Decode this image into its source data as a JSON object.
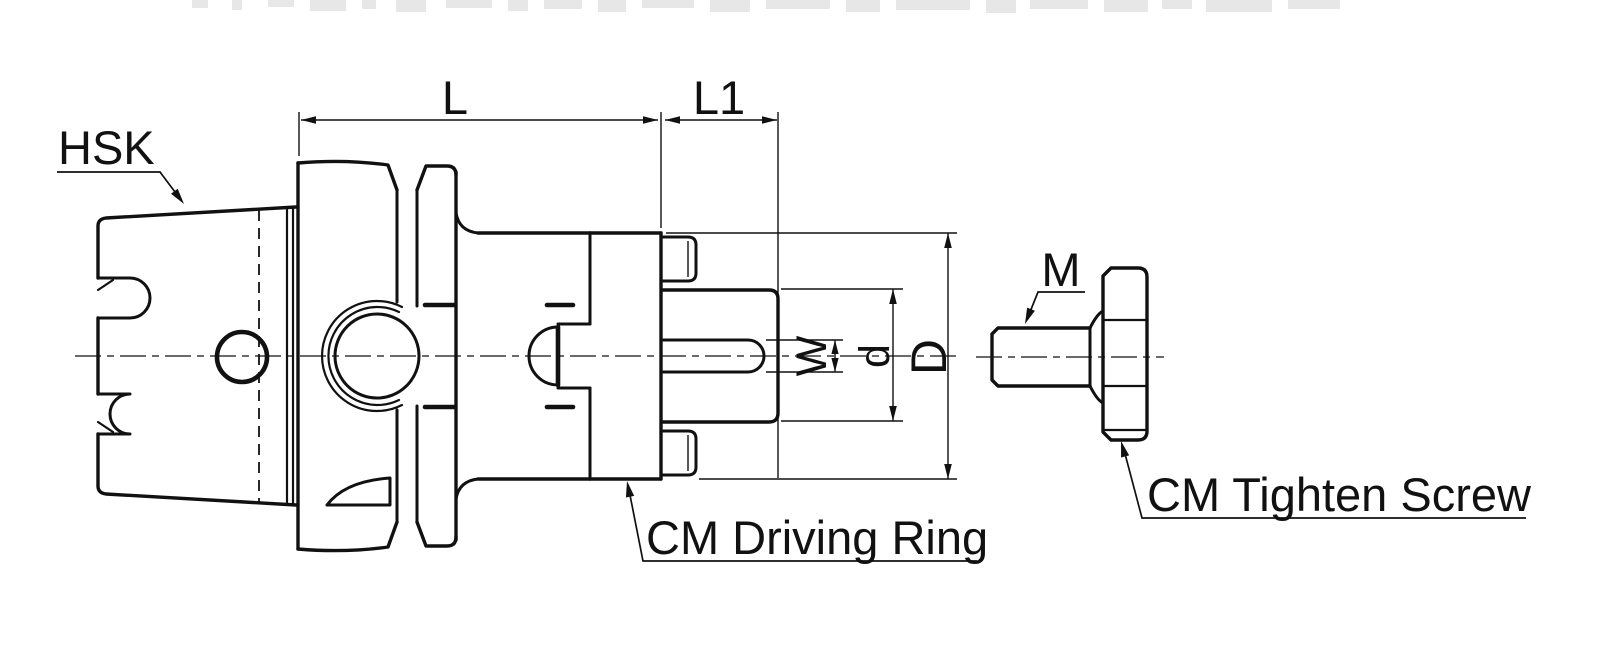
{
  "drawing": {
    "background": "#ffffff",
    "line_color": "#111111",
    "artifact_color": "#e7e7e7",
    "labels": {
      "hsk": "HSK",
      "l": "L",
      "l1": "L1",
      "m": "M",
      "w": "W",
      "d_small": "d",
      "d_big": "D",
      "driving_ring": "CM Driving Ring",
      "tighten_screw": "CM Tighten Screw"
    }
  }
}
